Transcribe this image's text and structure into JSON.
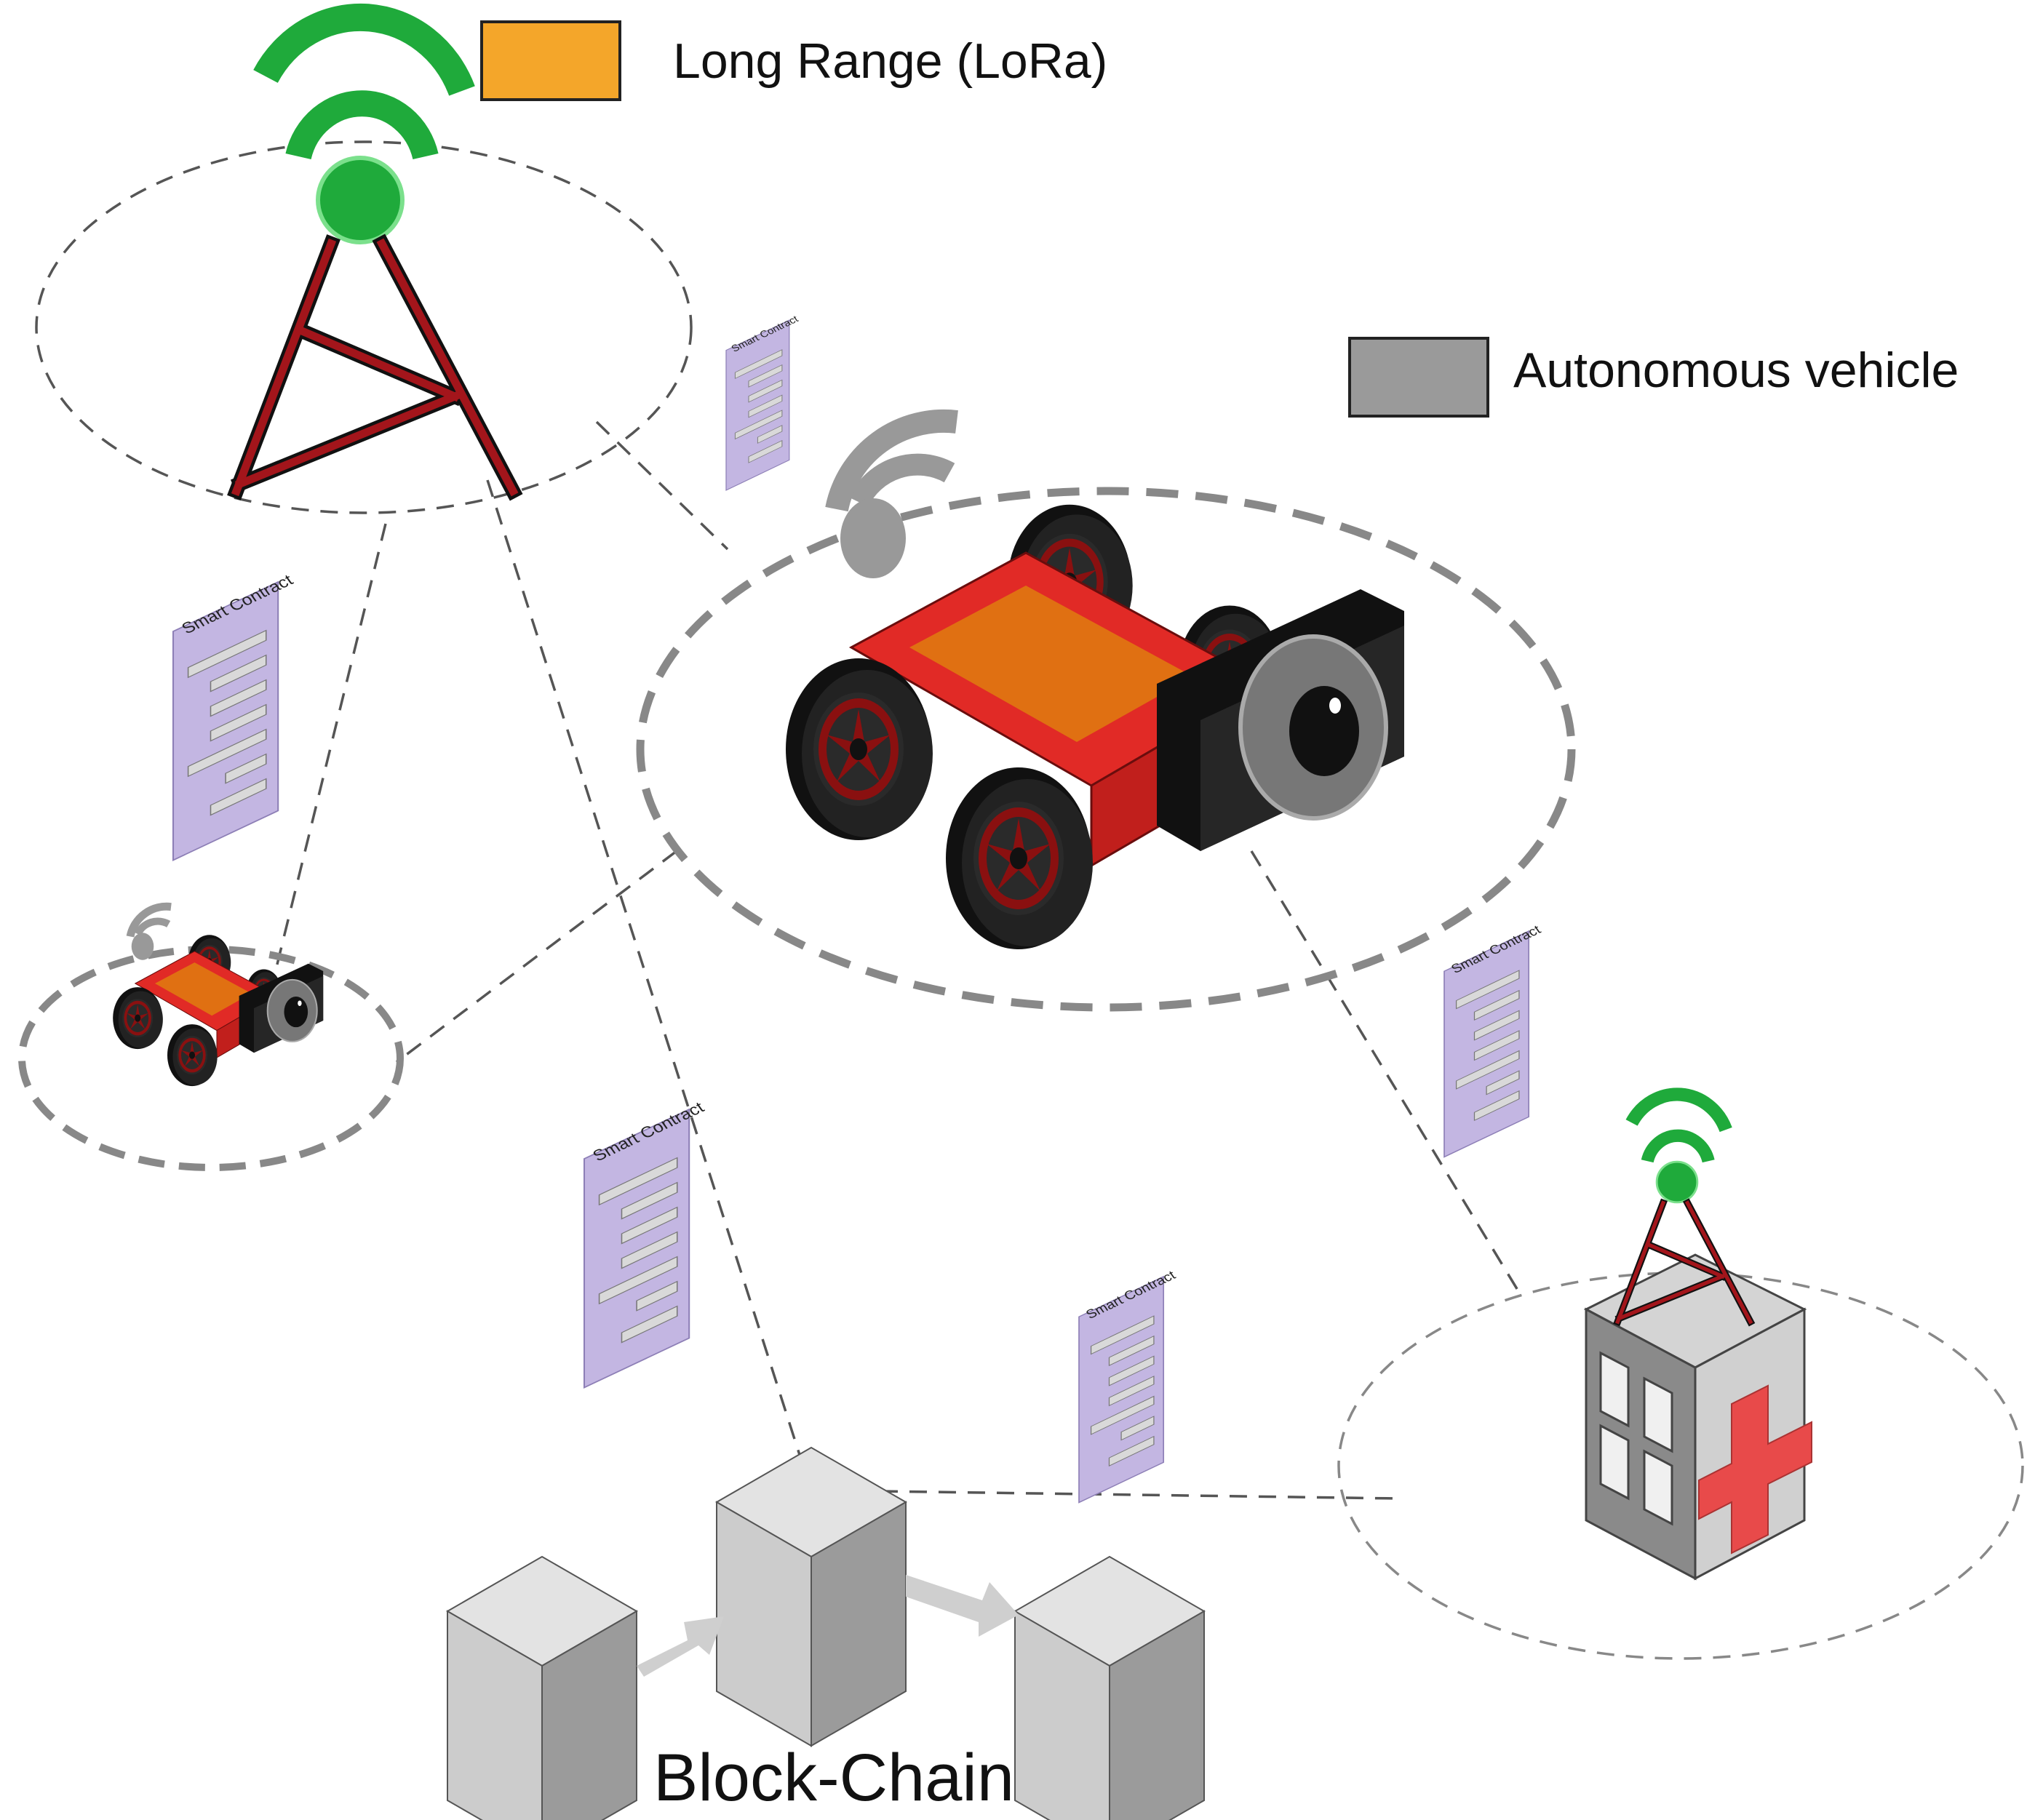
{
  "legend": {
    "lora_label": "Long Range (LoRa)",
    "lora_color": "#f4a62a",
    "av_label": "Autonomous vehicle",
    "av_color": "#9a9a9a"
  },
  "blockchain": {
    "label": "Block-Chain"
  },
  "smart_contract": {
    "title": "Smart Contract",
    "paper_color": "#c3b6e2"
  },
  "colors": {
    "signal_green": "#1faa3b",
    "tower_red": "#a3151b",
    "vehicle_red": "#e12a26",
    "vehicle_orange": "#e07012",
    "hospital_cross": "#e84a4a",
    "cube_light": "#cccccc",
    "cube_dark": "#9b9b9b",
    "dashed_gray": "#555555"
  }
}
